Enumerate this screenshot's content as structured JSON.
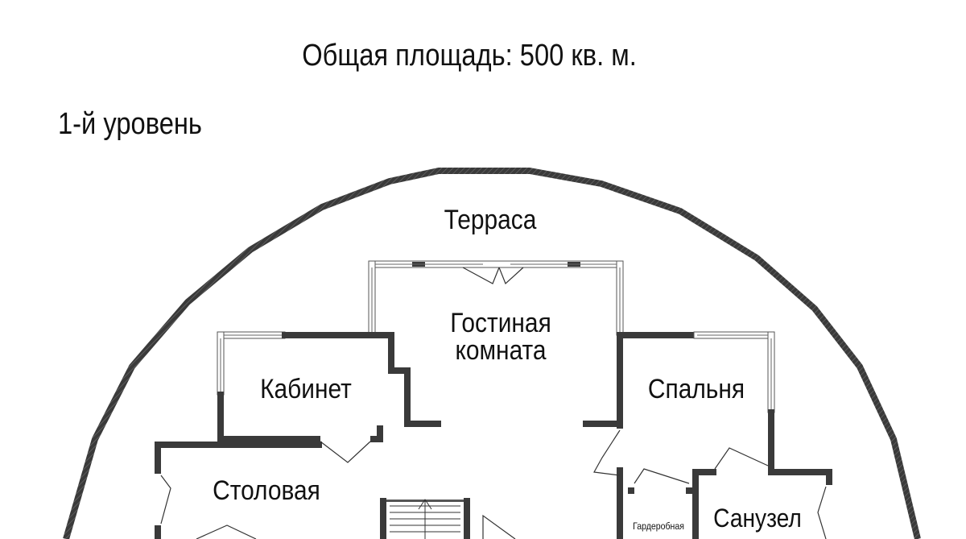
{
  "header": {
    "total_area": "Общая площадь: 500 кв. м.",
    "level": "1-й уровень"
  },
  "rooms": {
    "terrace": "Терраса",
    "living_line1": "Гостиная",
    "living_line2": "комната",
    "office": "Кабинет",
    "bedroom": "Спальня",
    "dining": "Столовая",
    "wardrobe": "Гардеробная",
    "bathroom": "Санузел"
  },
  "colors": {
    "wall": "#3a3a3a",
    "text": "#111111",
    "background": "#ffffff"
  }
}
